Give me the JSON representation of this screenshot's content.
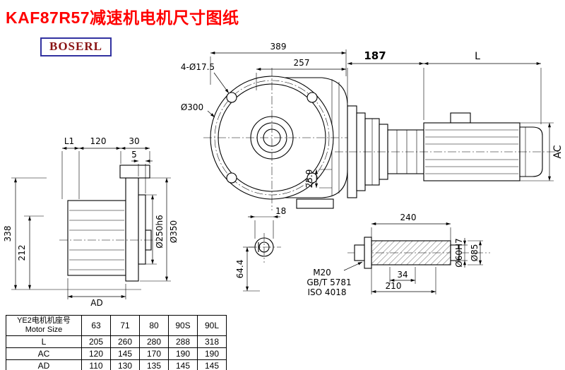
{
  "header": {
    "title": "KAF87R57减速机电机尺寸图纸",
    "title_color": "#ff0000",
    "logo_text": "BOSERL",
    "logo_text_color": "#8a1414",
    "logo_border_color": "#3232a0"
  },
  "front_view": {
    "dim_total_width": "389",
    "dim_sub_width": "257",
    "bolt_holes": "4-Ø17.5",
    "flange_dia": "Ø300",
    "dim_offset": "25.9",
    "dim_key": "18",
    "dim_drop": "64.4"
  },
  "side_view": {
    "dim_l1": "L1",
    "dim_120": "120",
    "dim_30": "30",
    "dim_5": "5",
    "dim_height": "338",
    "dim_center": "212",
    "dim_ad": "AD",
    "spigot_dia": "Ø250h6",
    "flange_dia": "Ø350"
  },
  "motor_view": {
    "dim_adapter": "187",
    "dim_len": "L",
    "dim_dia": "AC"
  },
  "shaft_detail": {
    "dim_len": "240",
    "dim_34": "34",
    "dim_210": "210",
    "thread": "M20",
    "std1": "GB/T 5781",
    "std2": "ISO 4018",
    "bore_dia": "Ø60H7",
    "hub_dia": "Ø85"
  },
  "table": {
    "header_line1": "YE2电机机座号",
    "header_line2": "Motor Size",
    "sizes": [
      "63",
      "71",
      "80",
      "90S",
      "90L"
    ],
    "rows": [
      {
        "label": "L",
        "values": [
          "205",
          "260",
          "280",
          "288",
          "318"
        ]
      },
      {
        "label": "AC",
        "values": [
          "120",
          "145",
          "170",
          "190",
          "190"
        ]
      },
      {
        "label": "AD",
        "values": [
          "110",
          "130",
          "135",
          "145",
          "145"
        ]
      }
    ]
  }
}
